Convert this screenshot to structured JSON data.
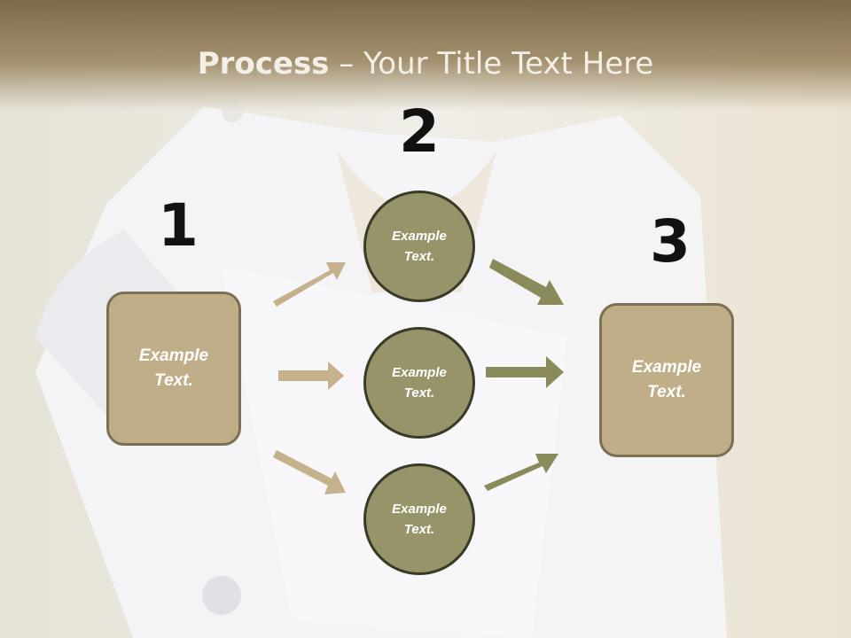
{
  "title": {
    "bold": "Process",
    "rest": " – Your Title Text Here"
  },
  "steps": {
    "one": "1",
    "two": "2",
    "three": "3"
  },
  "left_box": {
    "line1": "Example",
    "line2": "Text."
  },
  "right_box": {
    "line1": "Example",
    "line2": "Text."
  },
  "circles": [
    {
      "line1": "Example",
      "line2": "Text."
    },
    {
      "line1": "Example",
      "line2": "Text."
    },
    {
      "line1": "Example",
      "line2": "Text."
    }
  ],
  "colors": {
    "title_band": "#8a7552",
    "box_fill": "#c0ae88",
    "circle_fill": "#979469",
    "arrow_left": "#c5b28c",
    "arrow_right": "#8a8a5a"
  }
}
